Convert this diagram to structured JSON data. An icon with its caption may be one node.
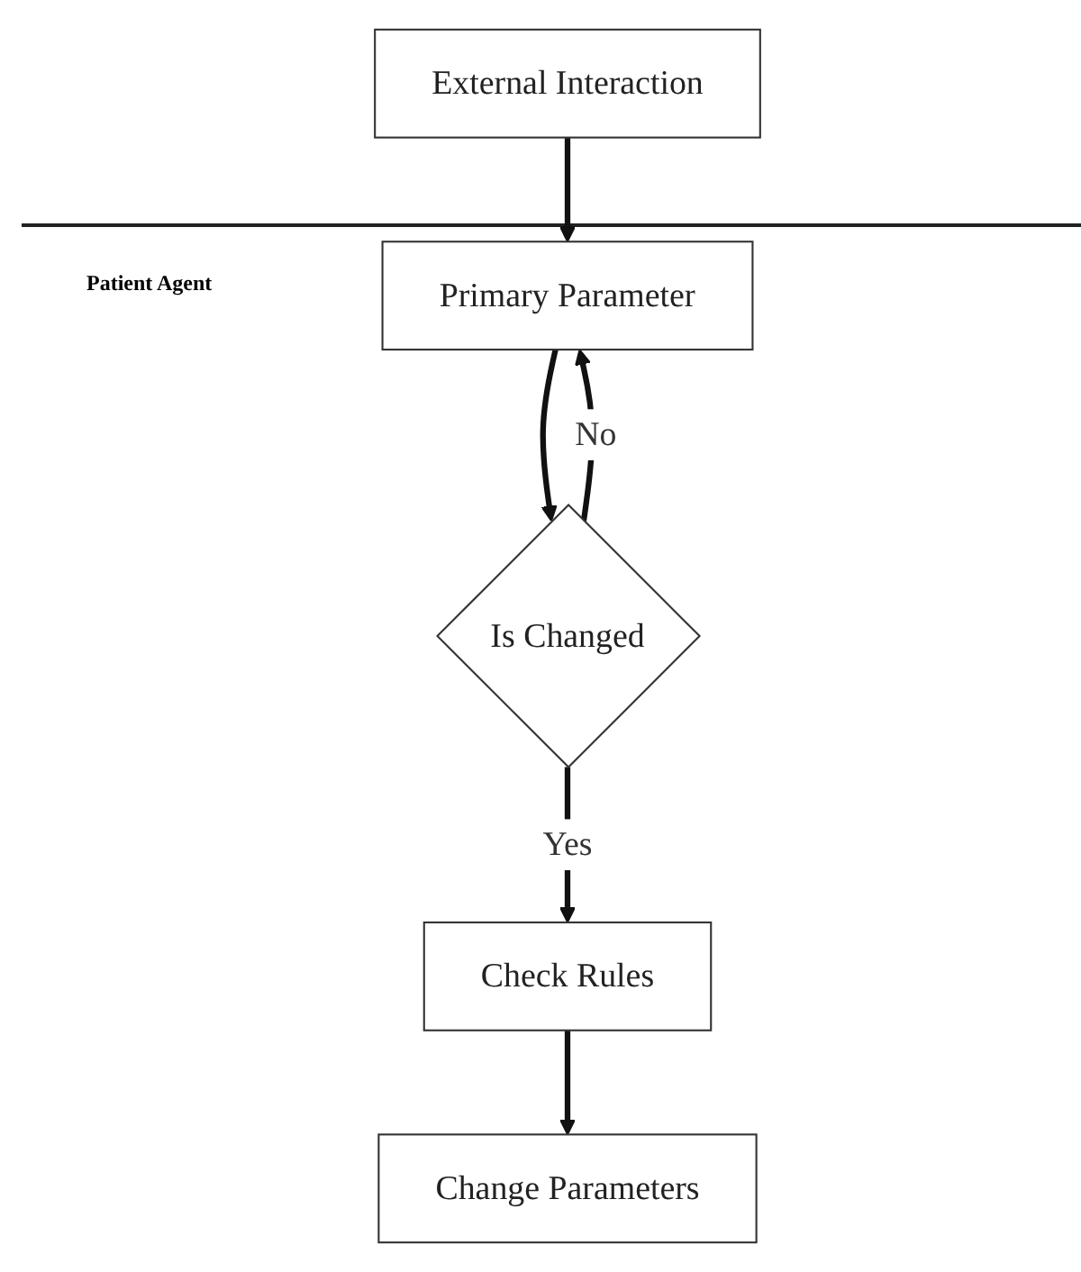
{
  "diagram": {
    "nodes": [
      {
        "text": [
          "External Interaction"
        ]
      },
      {
        "text": [
          "Primary Parameter"
        ]
      },
      {
        "text": [
          "Is Changed"
        ]
      },
      {
        "text": [
          "Check Rules"
        ]
      },
      {
        "text": [
          "Change Parameters"
        ]
      }
    ],
    "edges": [
      {
        "from": 0,
        "to": 1,
        "arrow": "to"
      },
      {
        "from": 1,
        "to": 2,
        "arrow": "to"
      },
      {
        "from": 2,
        "to": 1,
        "arrow": "to",
        "label": "No"
      },
      {
        "from": 2,
        "to": 3,
        "arrow": "to",
        "label": "Yes"
      },
      {
        "from": 3,
        "to": 4,
        "arrow": "to"
      }
    ],
    "labels": [
      "Patient Agent"
    ]
  }
}
